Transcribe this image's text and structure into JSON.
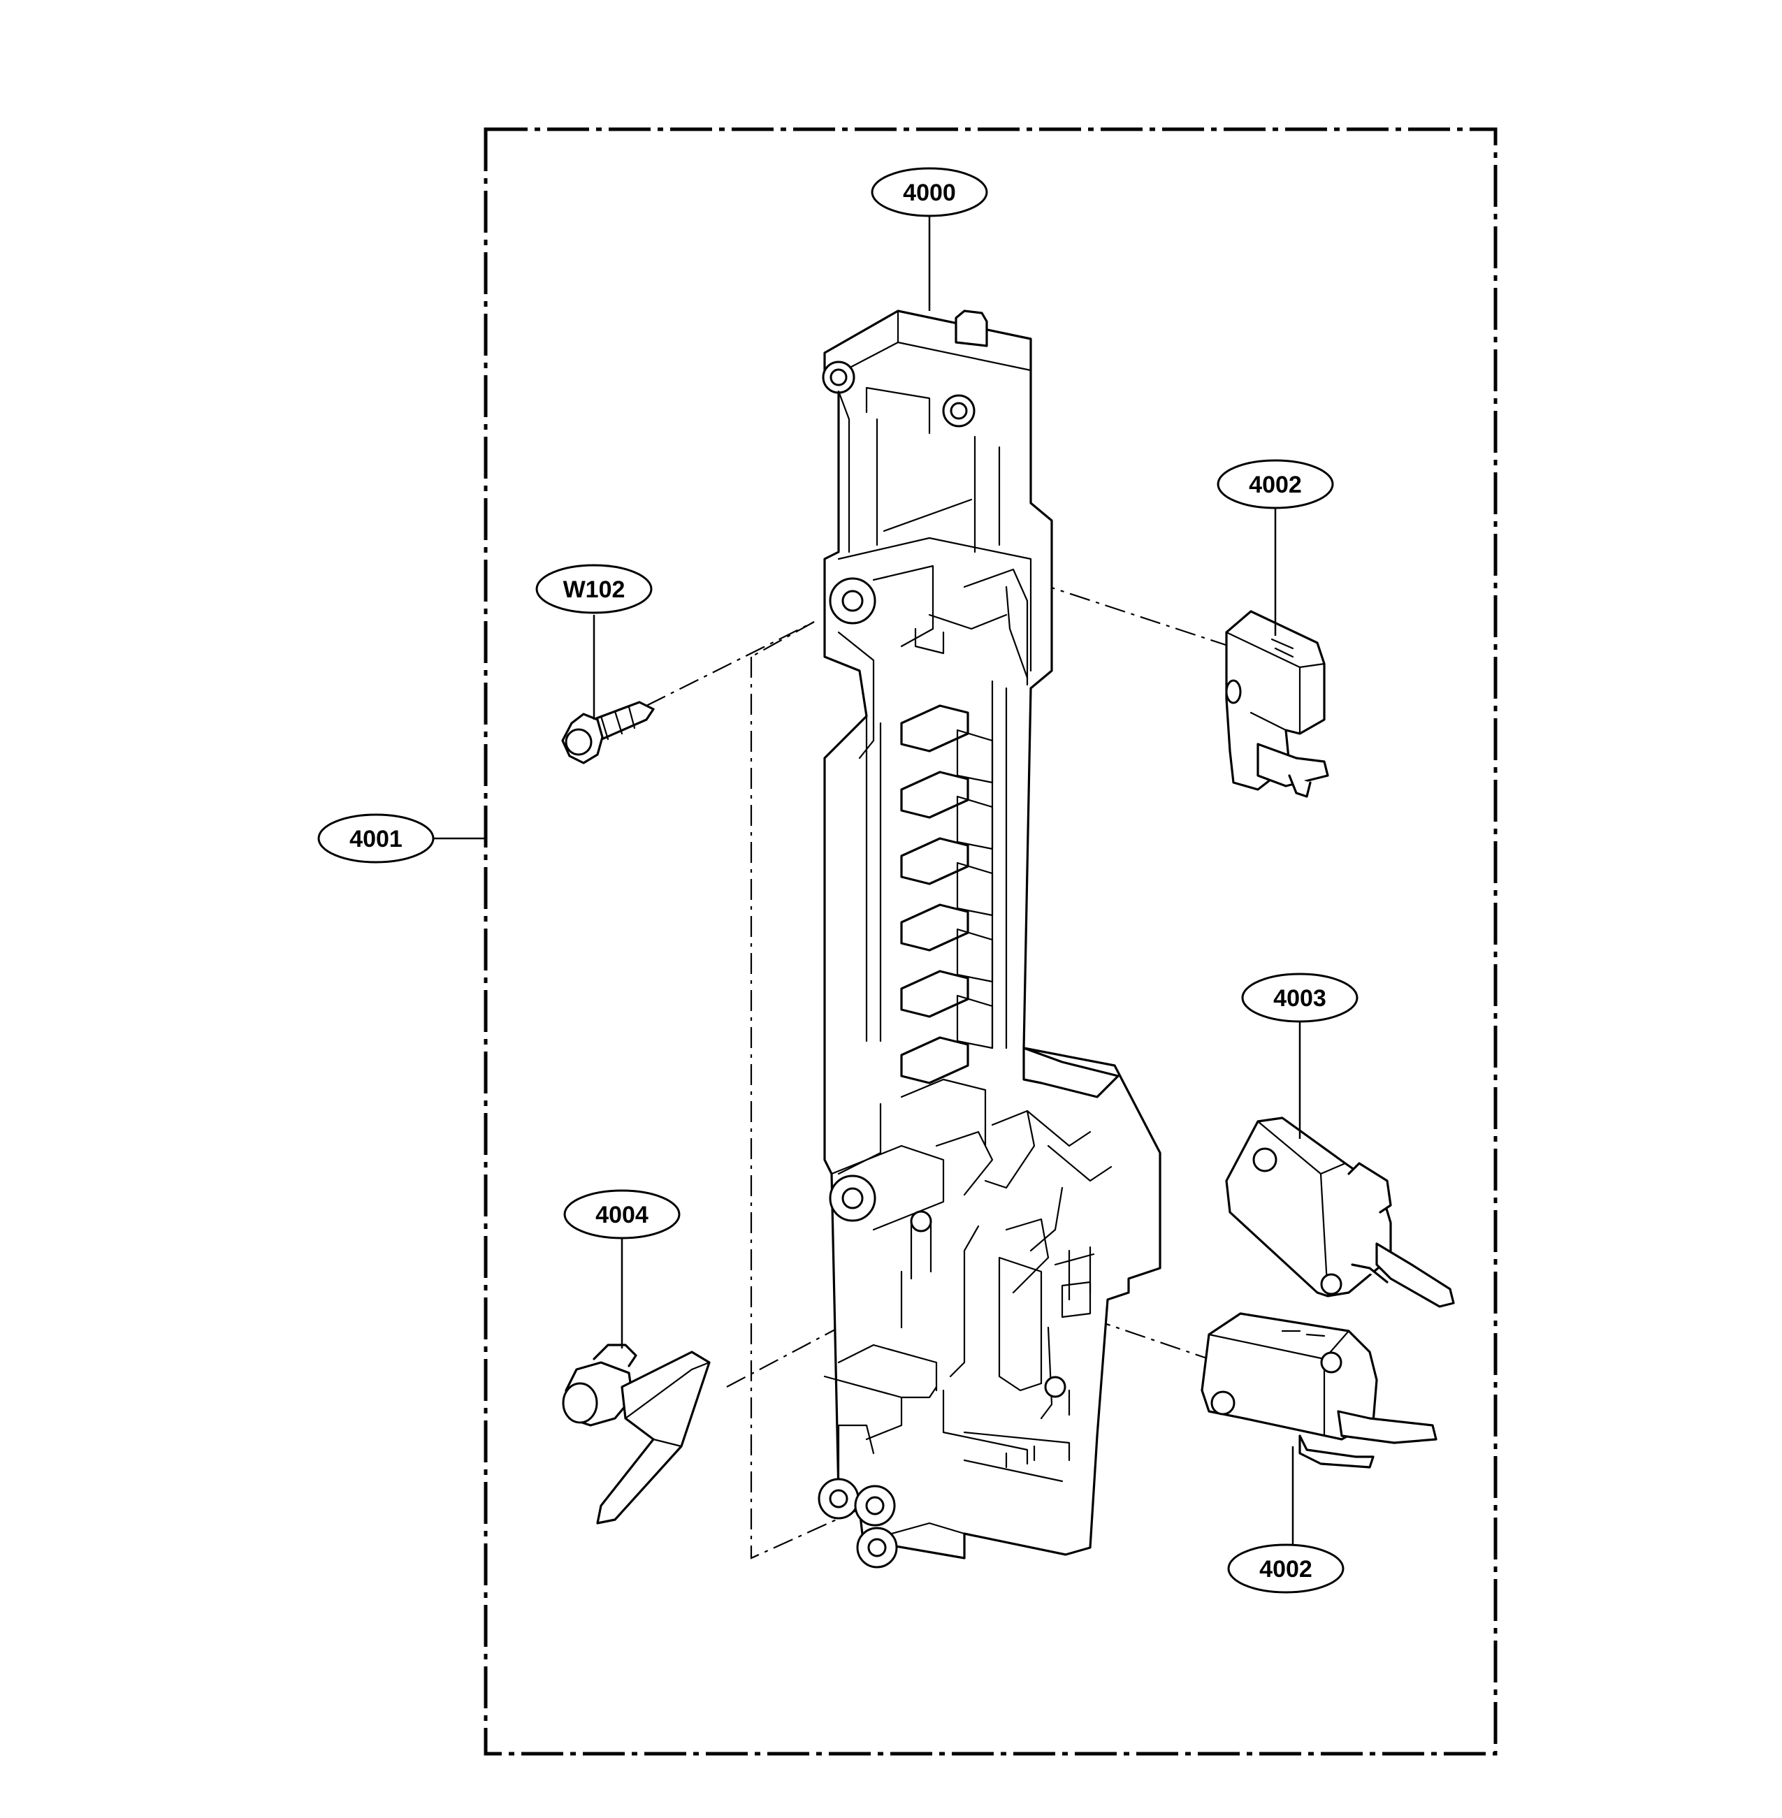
{
  "diagram": {
    "callouts": {
      "c4000": "4000",
      "c4001": "4001",
      "c4002a": "4002",
      "c4002b": "4002",
      "c4003": "4003",
      "c4004": "4004",
      "cW102": "W102"
    }
  }
}
